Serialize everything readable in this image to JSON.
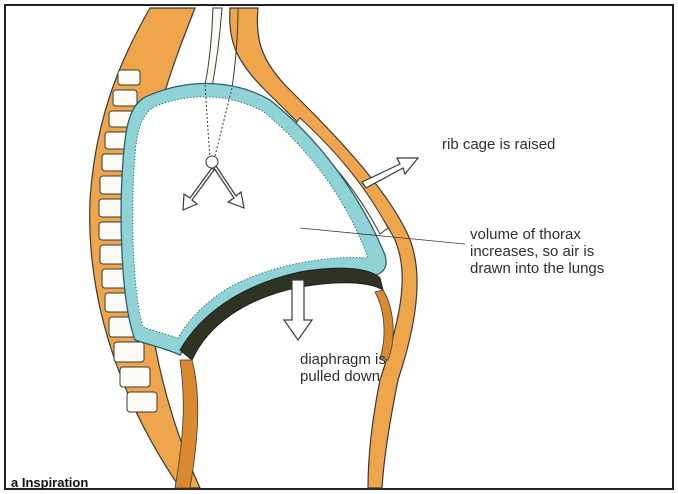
{
  "labels": {
    "rib_cage": "rib cage is raised",
    "volume_lines": [
      "volume of thorax",
      "increases, so air is",
      "drawn into the lungs"
    ],
    "diaphragm_lines": [
      "diaphragm is",
      "pulled down"
    ]
  },
  "caption": "a Inspiration",
  "colors": {
    "tissue": "#efa54c",
    "tissue_dark": "#d98a2f",
    "lung_lining": "#8fd3d6",
    "diaphragm": "#2f3324",
    "outline": "#3a3a3a"
  }
}
